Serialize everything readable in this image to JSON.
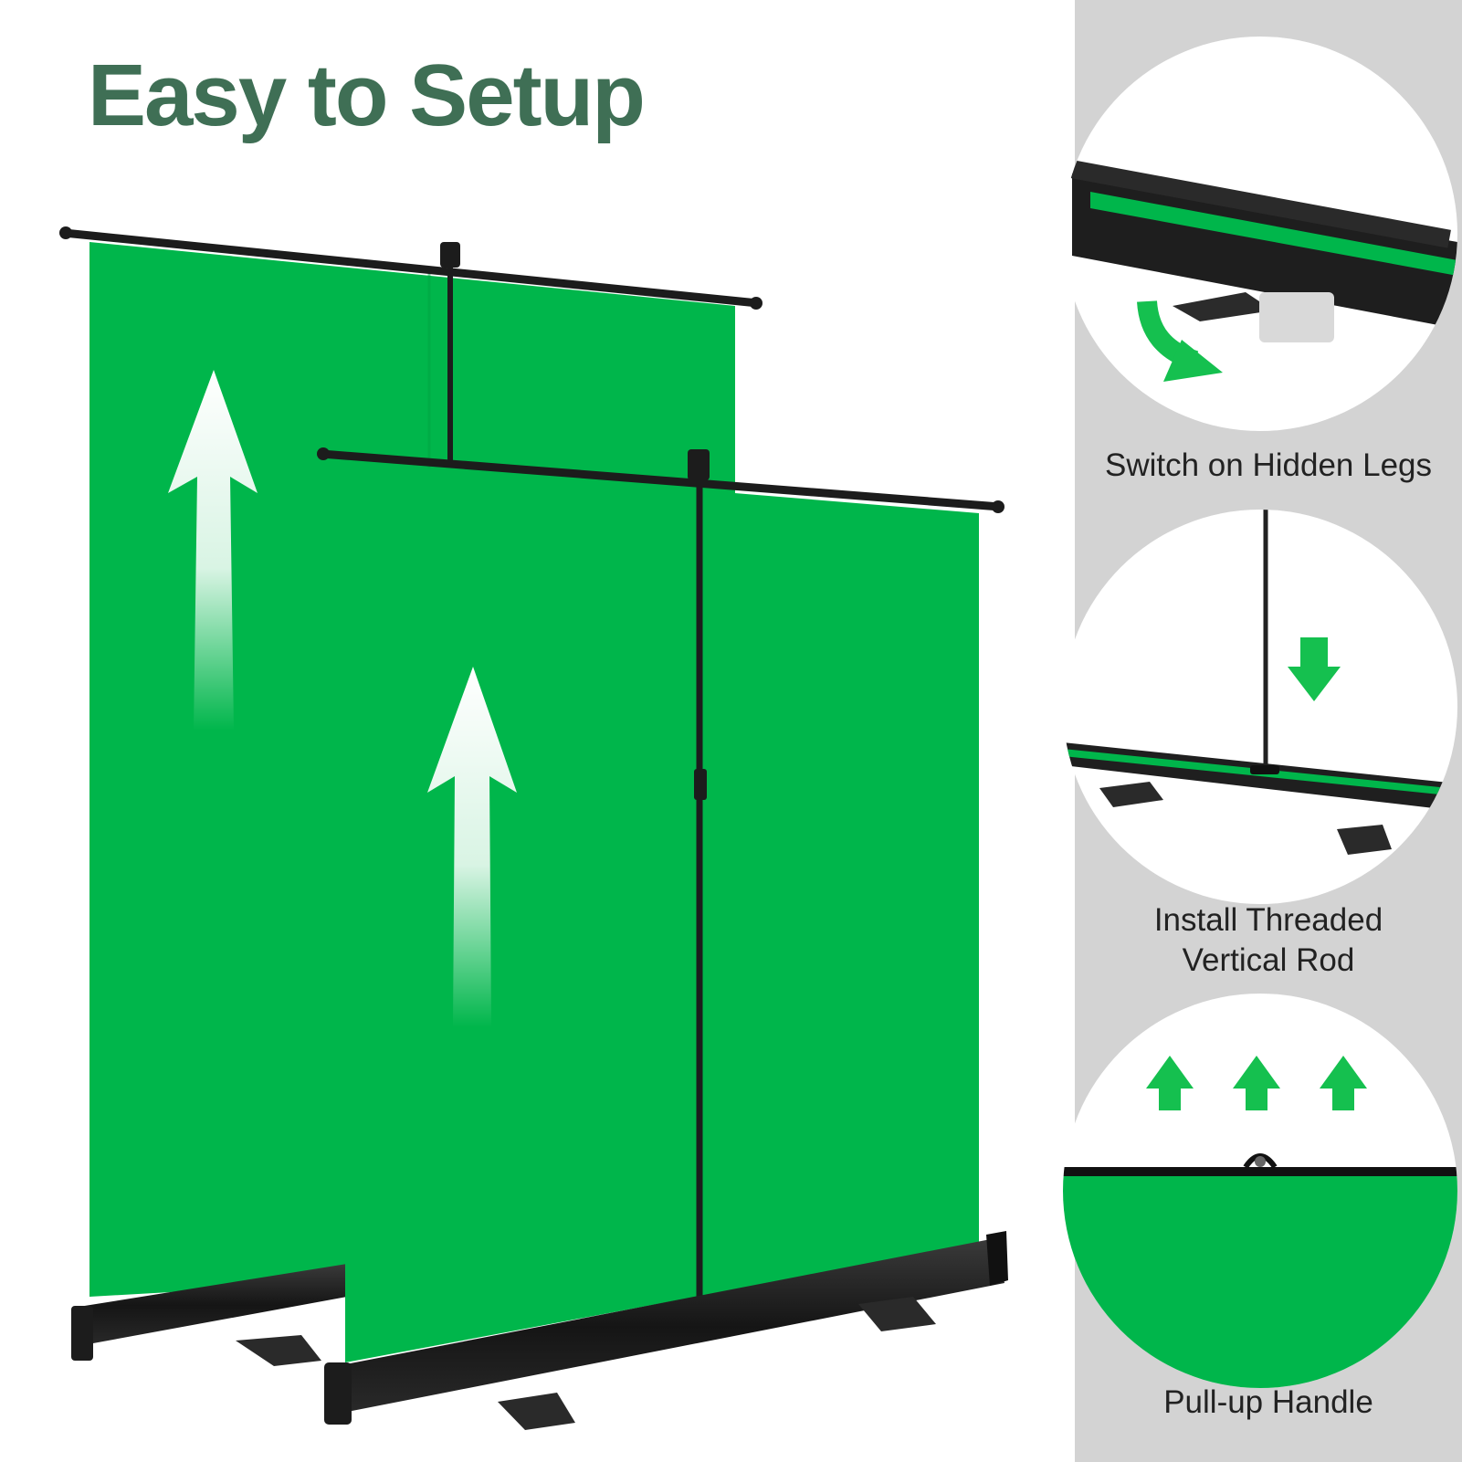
{
  "title": "Easy to Setup",
  "colors": {
    "title": "#3f6f55",
    "backdrop_green": "#00b64b",
    "frame_black": "#1c1c1c",
    "panel_gray": "#d3d3d3",
    "arrow_green": "#15c04f"
  },
  "steps": [
    {
      "caption_lines": [
        "Switch on Hidden Legs"
      ],
      "icon": "curved-arrow-icon"
    },
    {
      "caption_lines": [
        "Install Threaded",
        "Vertical Rod"
      ],
      "icon": "down-arrow-icon"
    },
    {
      "caption_lines": [
        "Pull-up Handle"
      ],
      "icon": "up-arrows-icon"
    }
  ]
}
